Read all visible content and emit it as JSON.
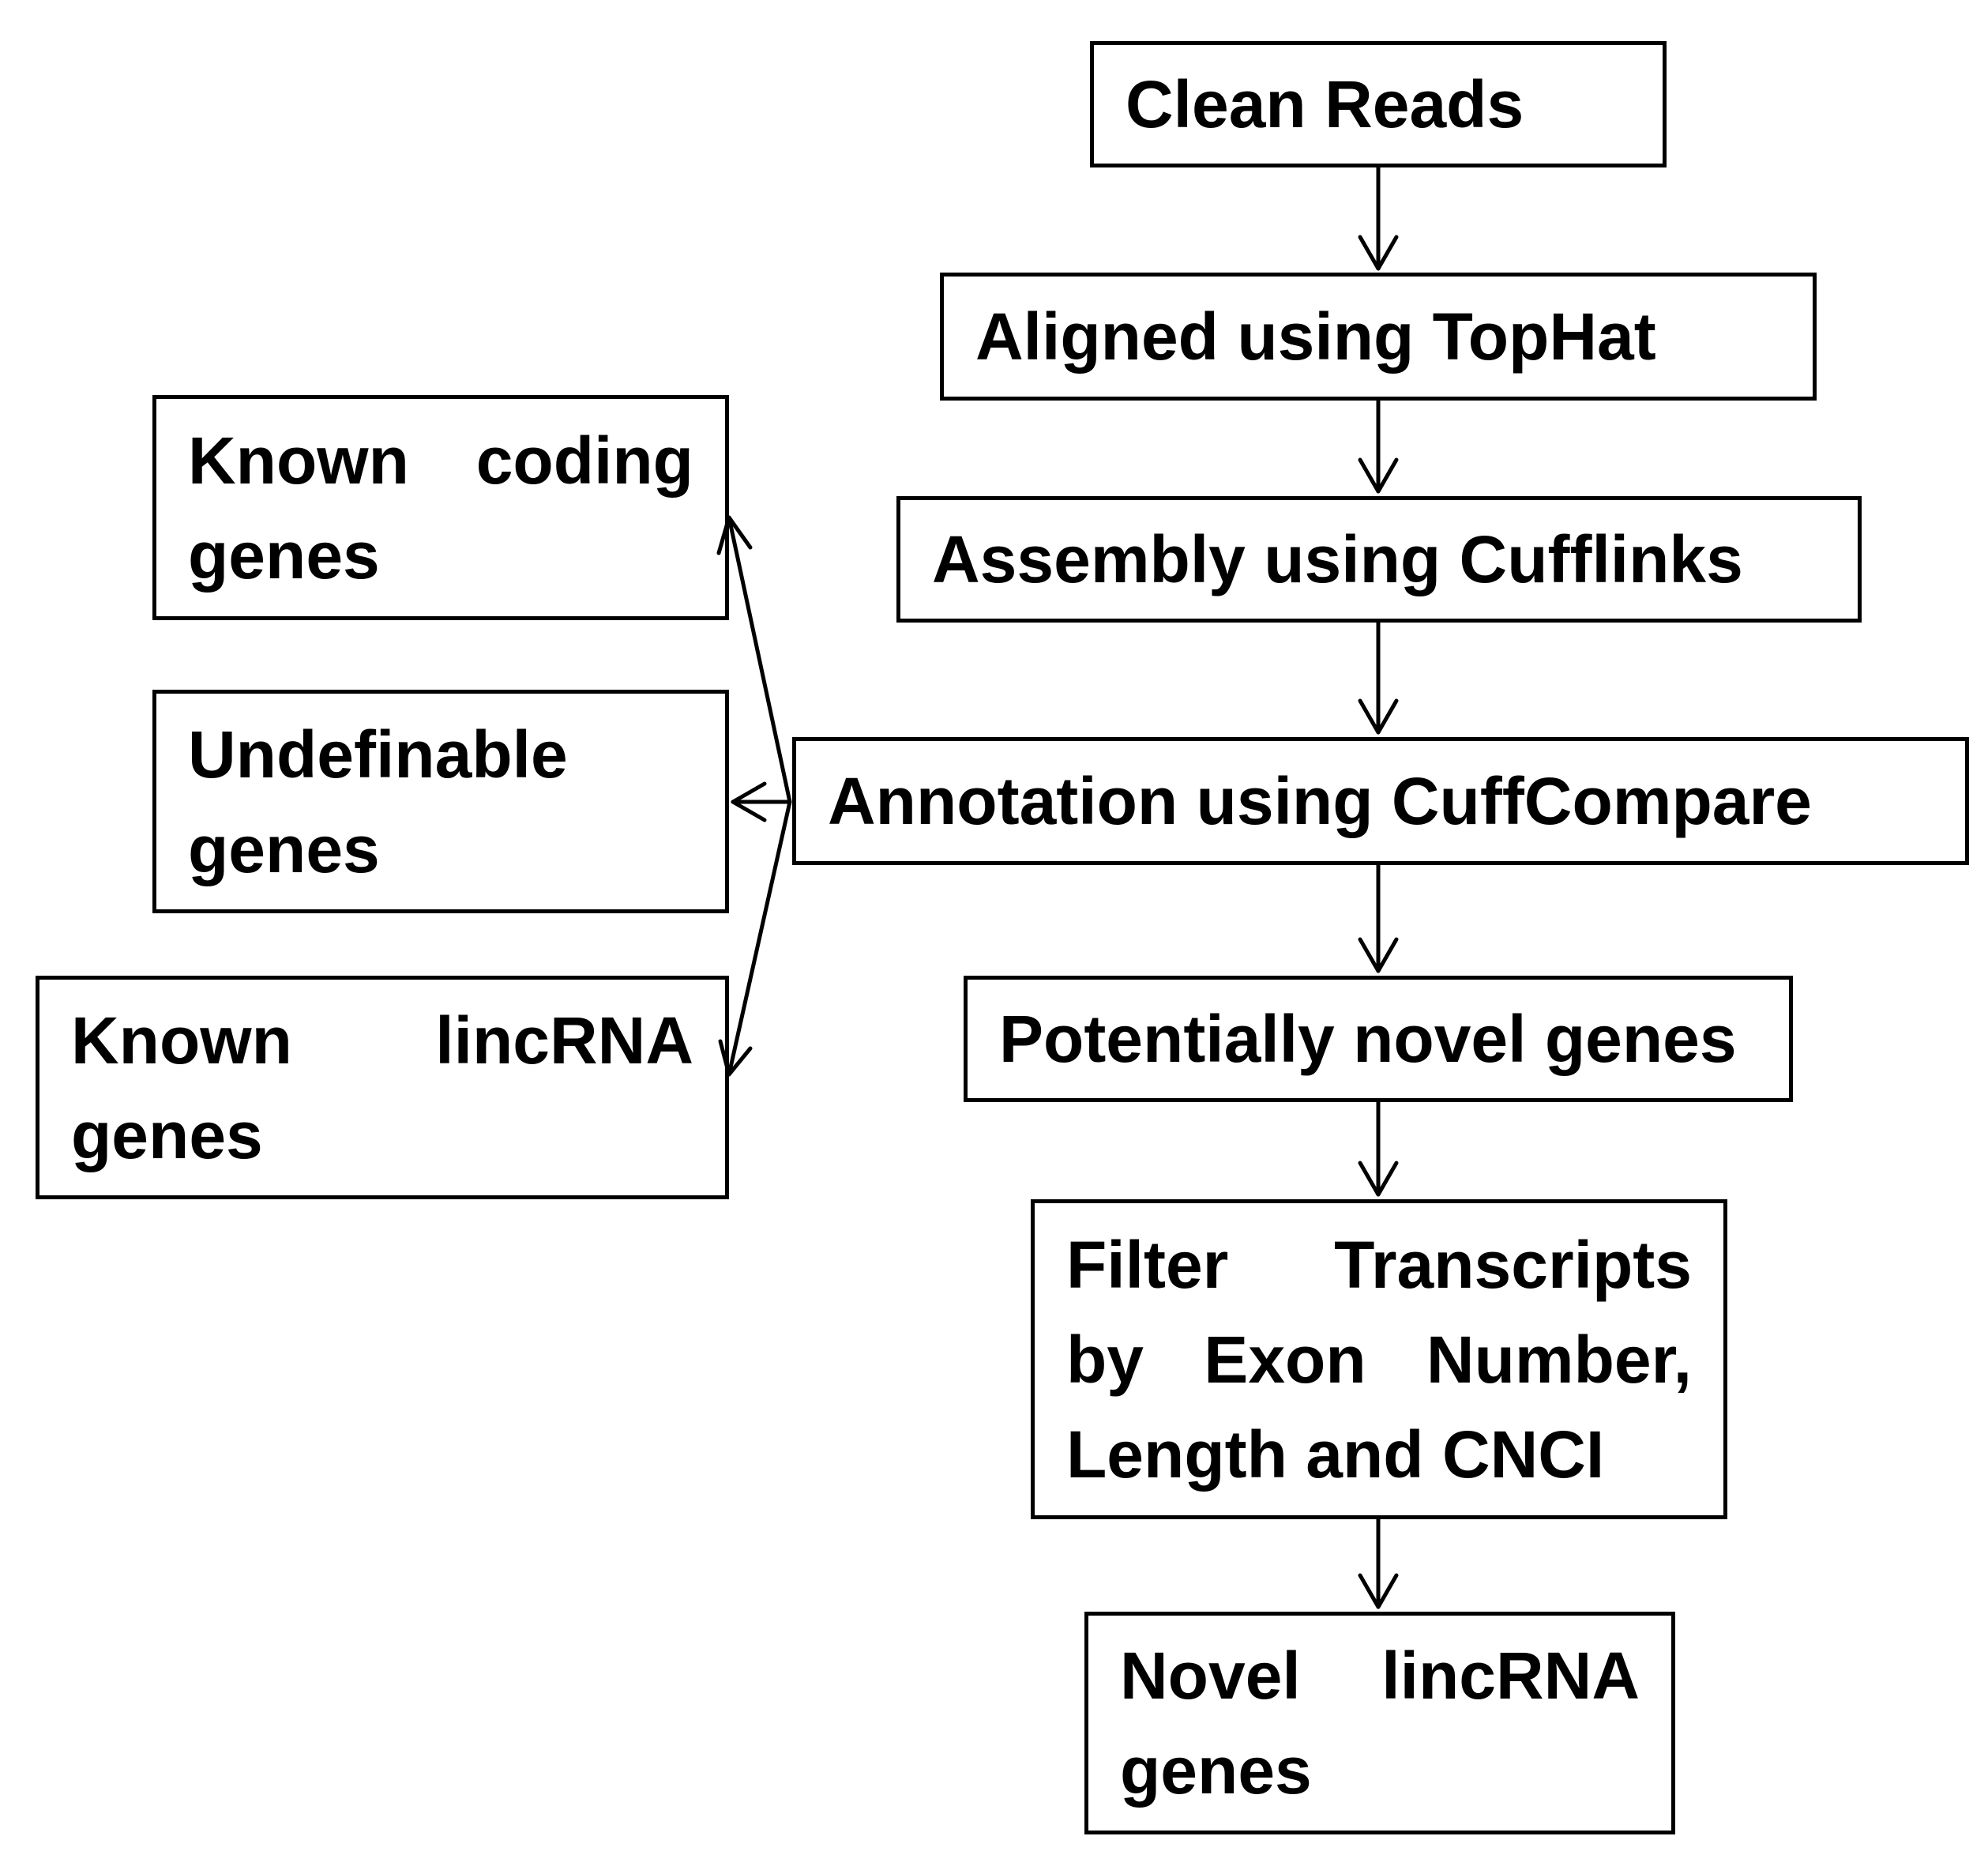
{
  "nodes": {
    "clean_reads": "Clean Reads",
    "aligned": "Aligned using TopHat",
    "assembly": "Assembly using Cufflinks",
    "annotation": "Annotation using CuffCompare",
    "known_coding": "Known coding genes",
    "undefinable": "Undefinable genes",
    "known_lincrna": "Known lincRNA genes",
    "potentially_novel": "Potentially novel genes",
    "filter": "Filter Transcripts by Exon Number, Length and CNCI",
    "novel_lincrna": "Novel lincRNA genes"
  },
  "edges": [
    {
      "from": "clean_reads",
      "to": "aligned"
    },
    {
      "from": "aligned",
      "to": "assembly"
    },
    {
      "from": "assembly",
      "to": "annotation"
    },
    {
      "from": "annotation",
      "to": "known_coding"
    },
    {
      "from": "annotation",
      "to": "undefinable"
    },
    {
      "from": "annotation",
      "to": "known_lincrna"
    },
    {
      "from": "annotation",
      "to": "potentially_novel"
    },
    {
      "from": "potentially_novel",
      "to": "filter"
    },
    {
      "from": "filter",
      "to": "novel_lincrna"
    }
  ]
}
